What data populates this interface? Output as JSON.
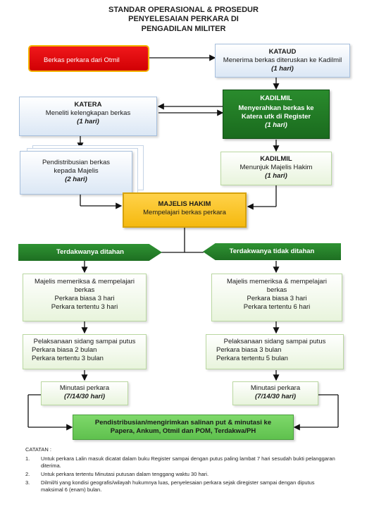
{
  "title": {
    "line1": "STANDAR OPERASIONAL & PROSEDUR",
    "line2": "PENYELESAIAN PERKARA DI",
    "line3": "PENGADILAN MILITER"
  },
  "nodes": {
    "berkas": {
      "text": "Berkas perkara dari  Otmil"
    },
    "kataud": {
      "head": "KATAUD",
      "text": "Menerima berkas diteruskan ke Kadilmil",
      "time": "(1 hari)"
    },
    "kadilmil1": {
      "head": "KADILMIL",
      "text1": "Menyerahkan berkas ke",
      "text2": "Katera utk di Register",
      "time": "(1 hari)"
    },
    "katera": {
      "head": "KATERA",
      "text": "Meneliti kelengkapan berkas",
      "time": "(1 hari)"
    },
    "distribusi": {
      "text1": "Pendistribusian berkas",
      "text2": "kepada Majelis",
      "time": "(2 hari)"
    },
    "kadilmil2": {
      "head": "KADILMIL",
      "text": "Menunjuk Majelis Hakim",
      "time": "(1 hari)"
    },
    "majelis": {
      "head": "MAJELIS HAKIM",
      "text": "Mempelajari berkas perkara"
    }
  },
  "branches": {
    "left": {
      "banner": "Terdakwanya ditahan",
      "study": {
        "text1": "Majelis memeriksa & mempelajari",
        "text2": "berkas",
        "line1": "Perkara biasa 3 hari",
        "line2": "Perkara tertentu 3 hari"
      },
      "trial": {
        "text": "Pelaksanaan sidang sampai putus",
        "line1": "Perkara biasa 2 bulan",
        "line2": "Perkara tertentu 3 bulan"
      },
      "minutes": {
        "text": "Minutasi perkara",
        "time": "(7/14/30 hari)"
      }
    },
    "right": {
      "banner": "Terdakwanya tidak ditahan",
      "study": {
        "text1": "Majelis memeriksa & mempelajari",
        "text2": "berkas",
        "line1": "Perkara biasa 3 hari",
        "line2": "Perkara tertentu 6 hari"
      },
      "trial": {
        "text": "Pelaksanaan sidang sampai putus",
        "line1": "Perkara biasa 3 bulan",
        "line2": "Perkara tertentu 5 bulan"
      },
      "minutes": {
        "text": "Minutasi perkara",
        "time": "(7/14/30 hari)"
      }
    }
  },
  "final": {
    "line1": "Pendistribusian/mengirimkan salinan put & minutasi  ke",
    "line2": "Papera, Ankum, Otmil dan POM, Terdakwa/PH"
  },
  "notes": {
    "heading": "CATATAN :",
    "items": [
      {
        "num": "1.",
        "text": "Untuk perkara Lalin masuk dicatat dalam buku Register sampai dengan putus paling lambat 7 hari sesudah bukti pelanggaran diterima."
      },
      {
        "num": "2.",
        "text": "Untuk perkara tertentu Minutasi putusan dalam tenggang waktu  30 hari."
      },
      {
        "num": "3.",
        "text": "Dilmil/ti yang kondisi geografis/wilayah hukumnya luas, penyelesaian perkara sejak diregister sampai dengan diputus maksimal 6 (enam) bulan."
      }
    ]
  },
  "colors": {
    "red": "#e1080b",
    "dark_green": "#1e6f22",
    "yellow": "#f5b90f",
    "bright_green": "#6ccf5a",
    "light_blue": "#dbe7f5"
  }
}
